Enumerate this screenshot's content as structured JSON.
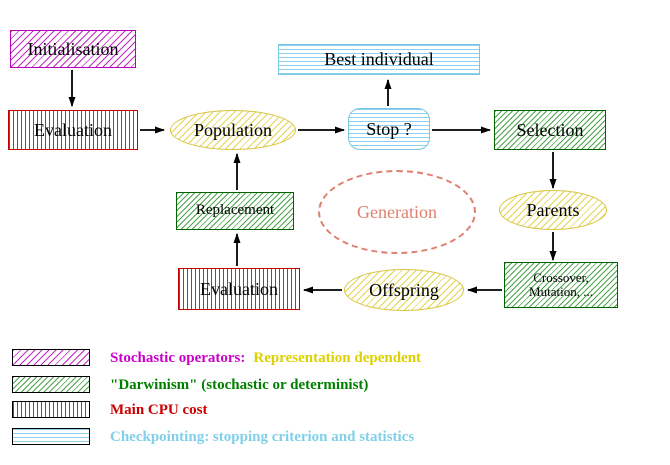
{
  "diagram": {
    "nodes": {
      "initialisation": "Initialisation",
      "evaluation_top": "Evaluation",
      "best_individual": "Best individual",
      "population": "Population",
      "stop": "Stop ?",
      "selection": "Selection",
      "replacement": "Replacement",
      "generation": "Generation",
      "parents": "Parents",
      "crossover_line1": "Crossover,",
      "crossover_line2": "Mutation, ...",
      "offspring": "Offspring",
      "evaluation_bottom": "Evaluation"
    }
  },
  "legend": {
    "stochastic_label": "Stochastic operators:",
    "stochastic_value": "Representation dependent",
    "darwinism": "\"Darwinism\" (stochastic or determinist)",
    "cpu": "Main CPU cost",
    "checkpointing": "Checkpointing: stopping criterion and statistics"
  },
  "colors": {
    "magenta": "#cc00cc",
    "red": "#cc0000",
    "green": "#008000",
    "yellow_text": "#ddd000",
    "yellow_fill": "#e2d246",
    "cyan": "#7fc8e8",
    "salmon": "#e08070",
    "arrow": "#000000"
  }
}
